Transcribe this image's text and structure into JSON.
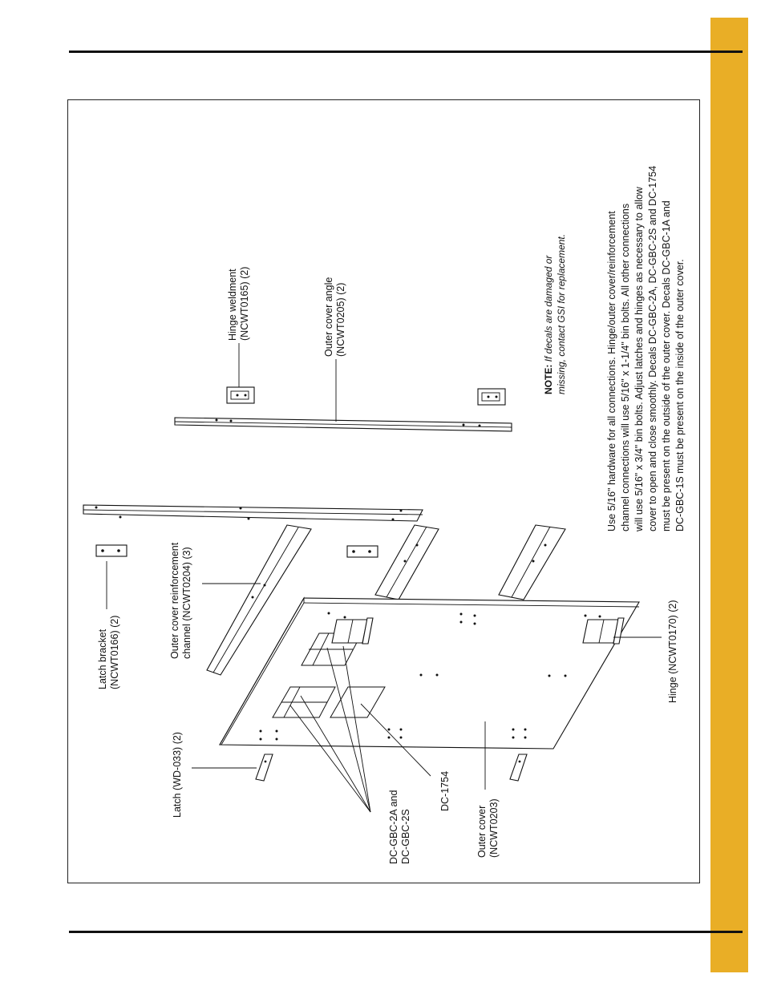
{
  "labels": {
    "latch_bracket": [
      "Latch bracket",
      "(NCWT0166) (2)"
    ],
    "reinforcement_channel": [
      "Outer cover reinforcement",
      "channel (NCWT0204) (3)"
    ],
    "latch": [
      "Latch (WD-033) (2)"
    ],
    "dc_gbc_2": [
      "DC-GBC-2A and",
      "DC-GBC-2S"
    ],
    "dc_1754": [
      "DC-1754"
    ],
    "outer_cover": [
      "Outer cover",
      "(NCWT0203)"
    ],
    "hinge": [
      "Hinge (NCWT0170) (2)"
    ],
    "hinge_weldment": [
      "Hinge weldment",
      "(NCWT0165) (2)"
    ],
    "outer_cover_angle": [
      "Outer cover angle",
      "(NCWT0205) (2)"
    ]
  },
  "note": {
    "bold": "NOTE:",
    "line1": " If decals are damaged or",
    "line2": "missing, contact GSI for replacement."
  },
  "instructions": [
    "Use 5/16\" hardware for all connections. Hinge/outer cover/reinforcement",
    "channel connections will use 5/16\" x 1-1/4\" bin bolts. All other connections",
    "will use 5/16\" x 3/4\" bin bolts. Adjust latches and hinges as necessary to allow",
    "cover to open and close smoothly. Decals DC-GBC-2A, DC-GBC-2S and DC-1754",
    "must be present on the outside of the outer cover. Decals DC-GBC-1A and",
    "DC-GBC-1S must be present on the inside of the outer cover."
  ],
  "colors": {
    "tab": "#e9ae26",
    "rule": "#111111"
  }
}
